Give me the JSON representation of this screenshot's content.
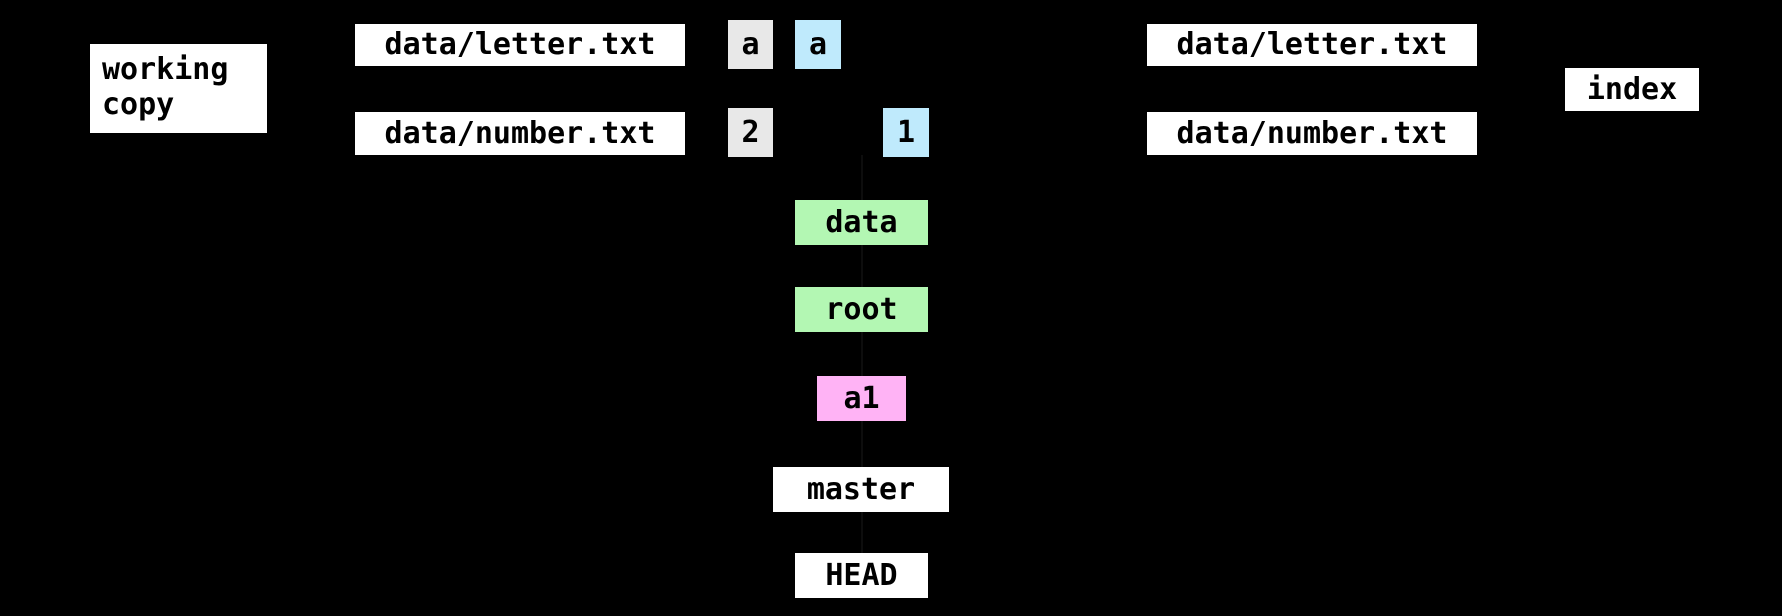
{
  "diagram": {
    "title": "git working copy, index and object graph",
    "background_color": "#000000",
    "colors": {
      "label_box": "#ffffff",
      "file_box": "#ffffff",
      "blob_working": "#e8e8e8",
      "blob_staged": "#bfeafc",
      "tree_box": "#b3f7b3",
      "commit_box": "#ffb3f5",
      "ref_box": "#ffffff",
      "text": "#000000"
    }
  },
  "labels": {
    "working_copy": {
      "line1": "working",
      "line2": "copy"
    },
    "index": "index"
  },
  "working_copy_files": [
    {
      "name": "data/letter.txt"
    },
    {
      "name": "data/number.txt"
    }
  ],
  "index_files": [
    {
      "name": "data/letter.txt"
    },
    {
      "name": "data/number.txt"
    }
  ],
  "working_blobs": [
    {
      "content": "a"
    },
    {
      "content": "2"
    }
  ],
  "staged_blobs": [
    {
      "content": "a"
    },
    {
      "content": "1"
    }
  ],
  "trees": [
    {
      "name": "data"
    },
    {
      "name": "root"
    }
  ],
  "commits": [
    {
      "name": "a1"
    }
  ],
  "refs": [
    {
      "name": "master"
    },
    {
      "name": "HEAD"
    }
  ]
}
